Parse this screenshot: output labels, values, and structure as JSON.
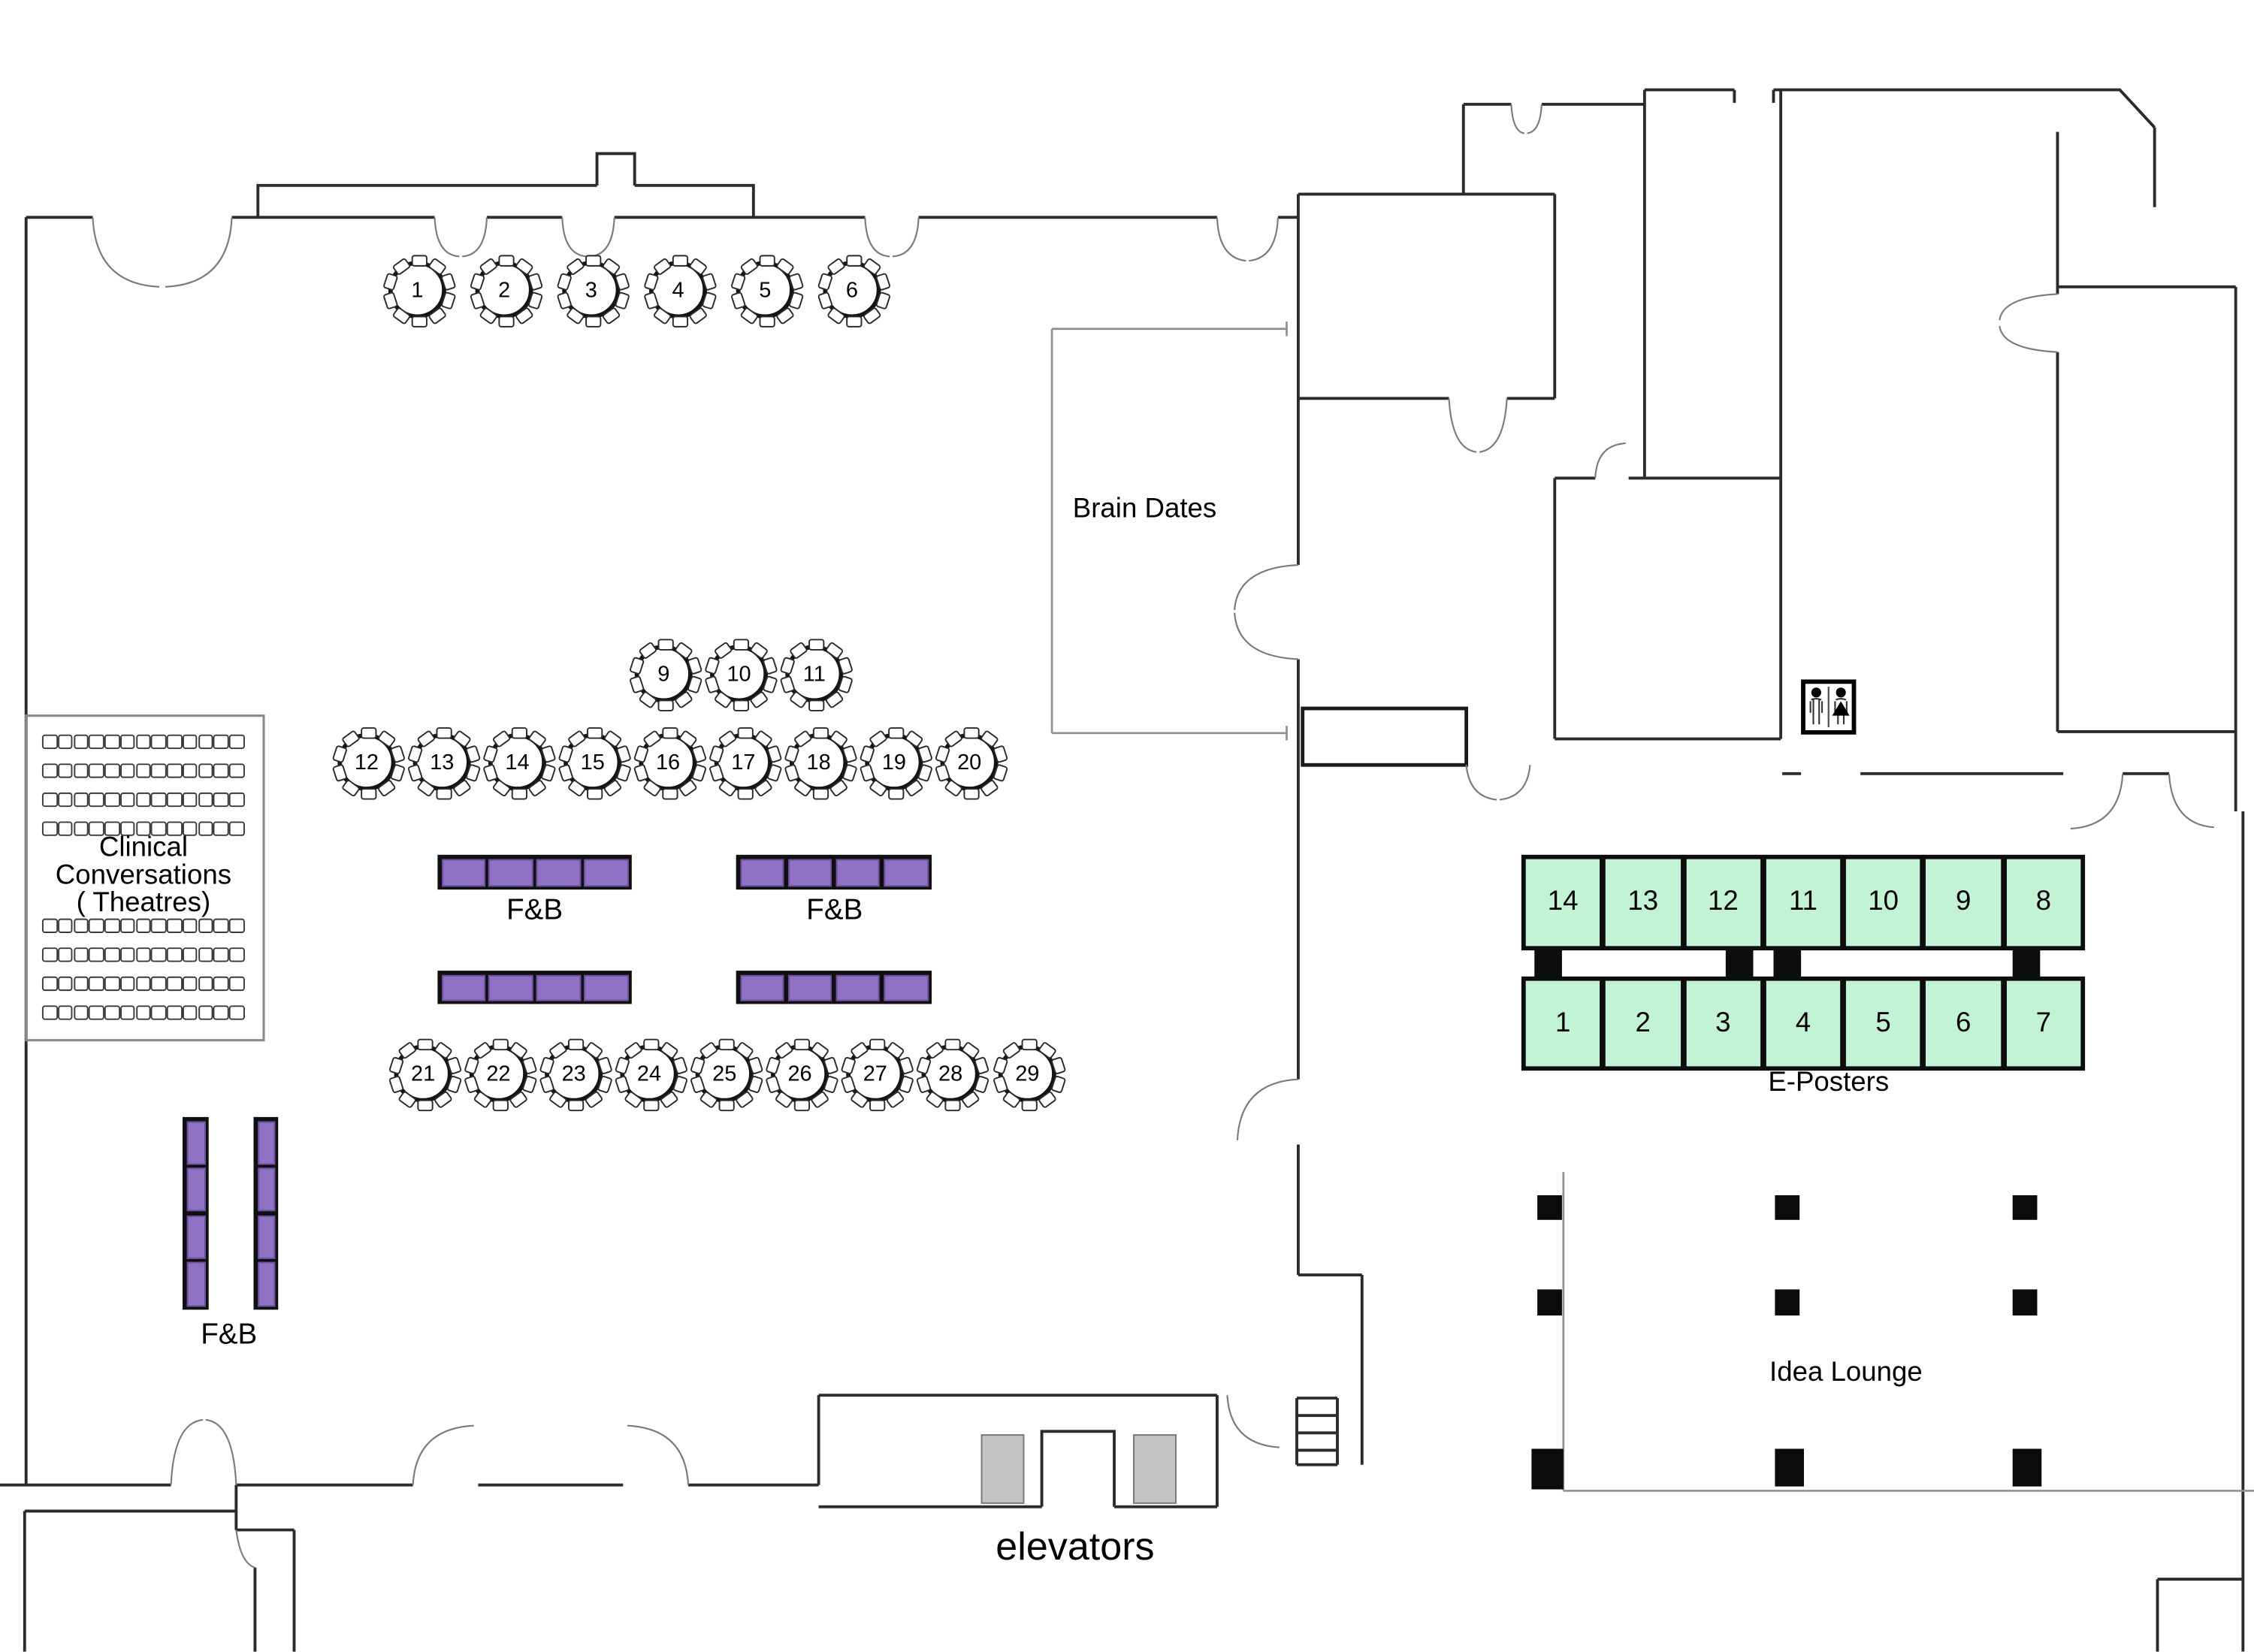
{
  "labels": {
    "brain_dates": "Brain Dates",
    "clinical_lines": [
      "Clinical",
      "Conversations",
      "( Theatres)"
    ],
    "fnb": "F&B",
    "eposters": "E-Posters",
    "idea_lounge": "Idea Lounge",
    "elevators": "elevators"
  },
  "tables": {
    "row_top": [
      "1",
      "2",
      "3",
      "4",
      "5",
      "6"
    ],
    "row_mid": [
      "9",
      "10",
      "11"
    ],
    "row_main": [
      "12",
      "13",
      "14",
      "15",
      "16",
      "17",
      "18",
      "19",
      "20"
    ],
    "row_bottom": [
      "21",
      "22",
      "23",
      "24",
      "25",
      "26",
      "27",
      "28",
      "29"
    ]
  },
  "eposters": {
    "top_row": [
      "14",
      "13",
      "12",
      "11",
      "10",
      "9",
      "8"
    ],
    "bottom_row": [
      "1",
      "2",
      "3",
      "4",
      "5",
      "6",
      "7"
    ]
  },
  "icons": {
    "restroom": "restroom-icon"
  },
  "colors": {
    "fnb_purple": "#8F72C4",
    "eposter_green": "#C3F3D7",
    "wall": "#2b2b2b",
    "light_wall": "#8f8f8f",
    "elevator_gray": "#c4c4c4",
    "pillar_black": "#0b0b0b"
  }
}
